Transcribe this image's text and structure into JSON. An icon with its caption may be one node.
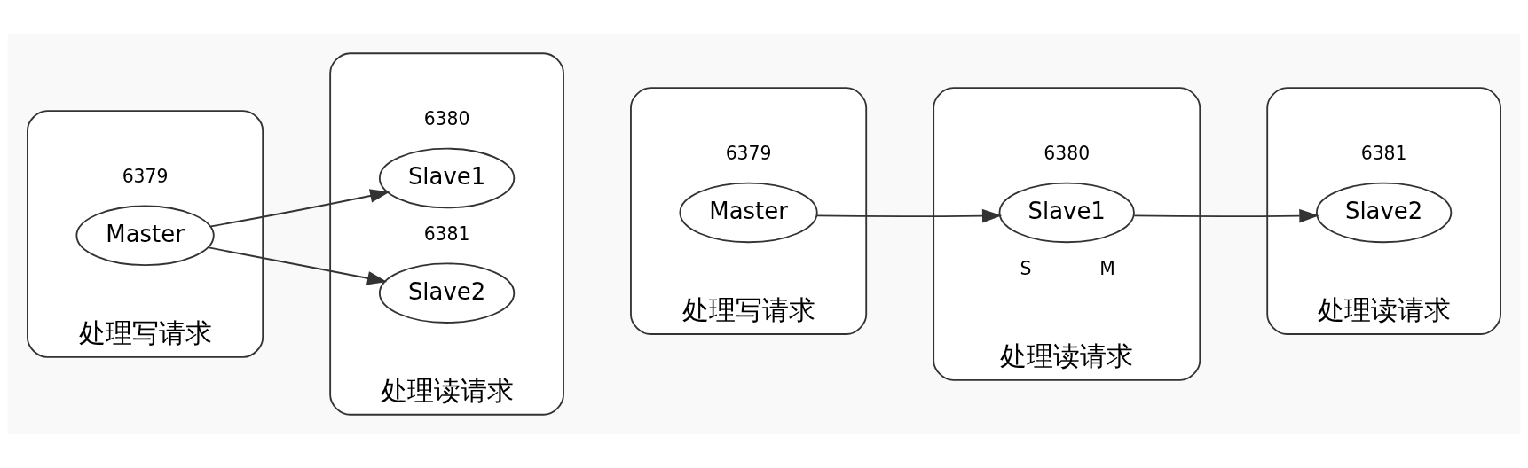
{
  "diagram": {
    "nodes": [
      {
        "text": [
          "处理写请求"
        ]
      },
      {
        "text": [
          "Master"
        ],
        "in": 0,
        "beside": [
          "6379"
        ]
      },
      {
        "text": [
          "处理读请求"
        ]
      },
      {
        "text": [
          "Slave1"
        ],
        "in": 2,
        "beside": [
          "6380"
        ]
      },
      {
        "text": [
          "Slave2"
        ],
        "in": 2,
        "beside": [
          "6381"
        ]
      },
      {
        "text": [
          "处理写请求"
        ]
      },
      {
        "text": [
          "Master"
        ],
        "in": 5,
        "beside": [
          "6379"
        ]
      },
      {
        "text": [
          "处理读请求"
        ]
      },
      {
        "text": [
          "Slave1"
        ],
        "in": 7,
        "beside": [
          "6380",
          "S",
          "M"
        ]
      },
      {
        "text": [
          "处理读请求"
        ]
      },
      {
        "text": [
          "Slave2"
        ],
        "in": 9,
        "beside": [
          "6381"
        ]
      }
    ],
    "edges": [
      {
        "from": 1,
        "to": 3,
        "arrow": "to"
      },
      {
        "from": 1,
        "to": 4,
        "arrow": "to"
      },
      {
        "from": 6,
        "to": 8,
        "arrow": "to"
      },
      {
        "from": 8,
        "to": 10,
        "arrow": "to"
      }
    ]
  }
}
